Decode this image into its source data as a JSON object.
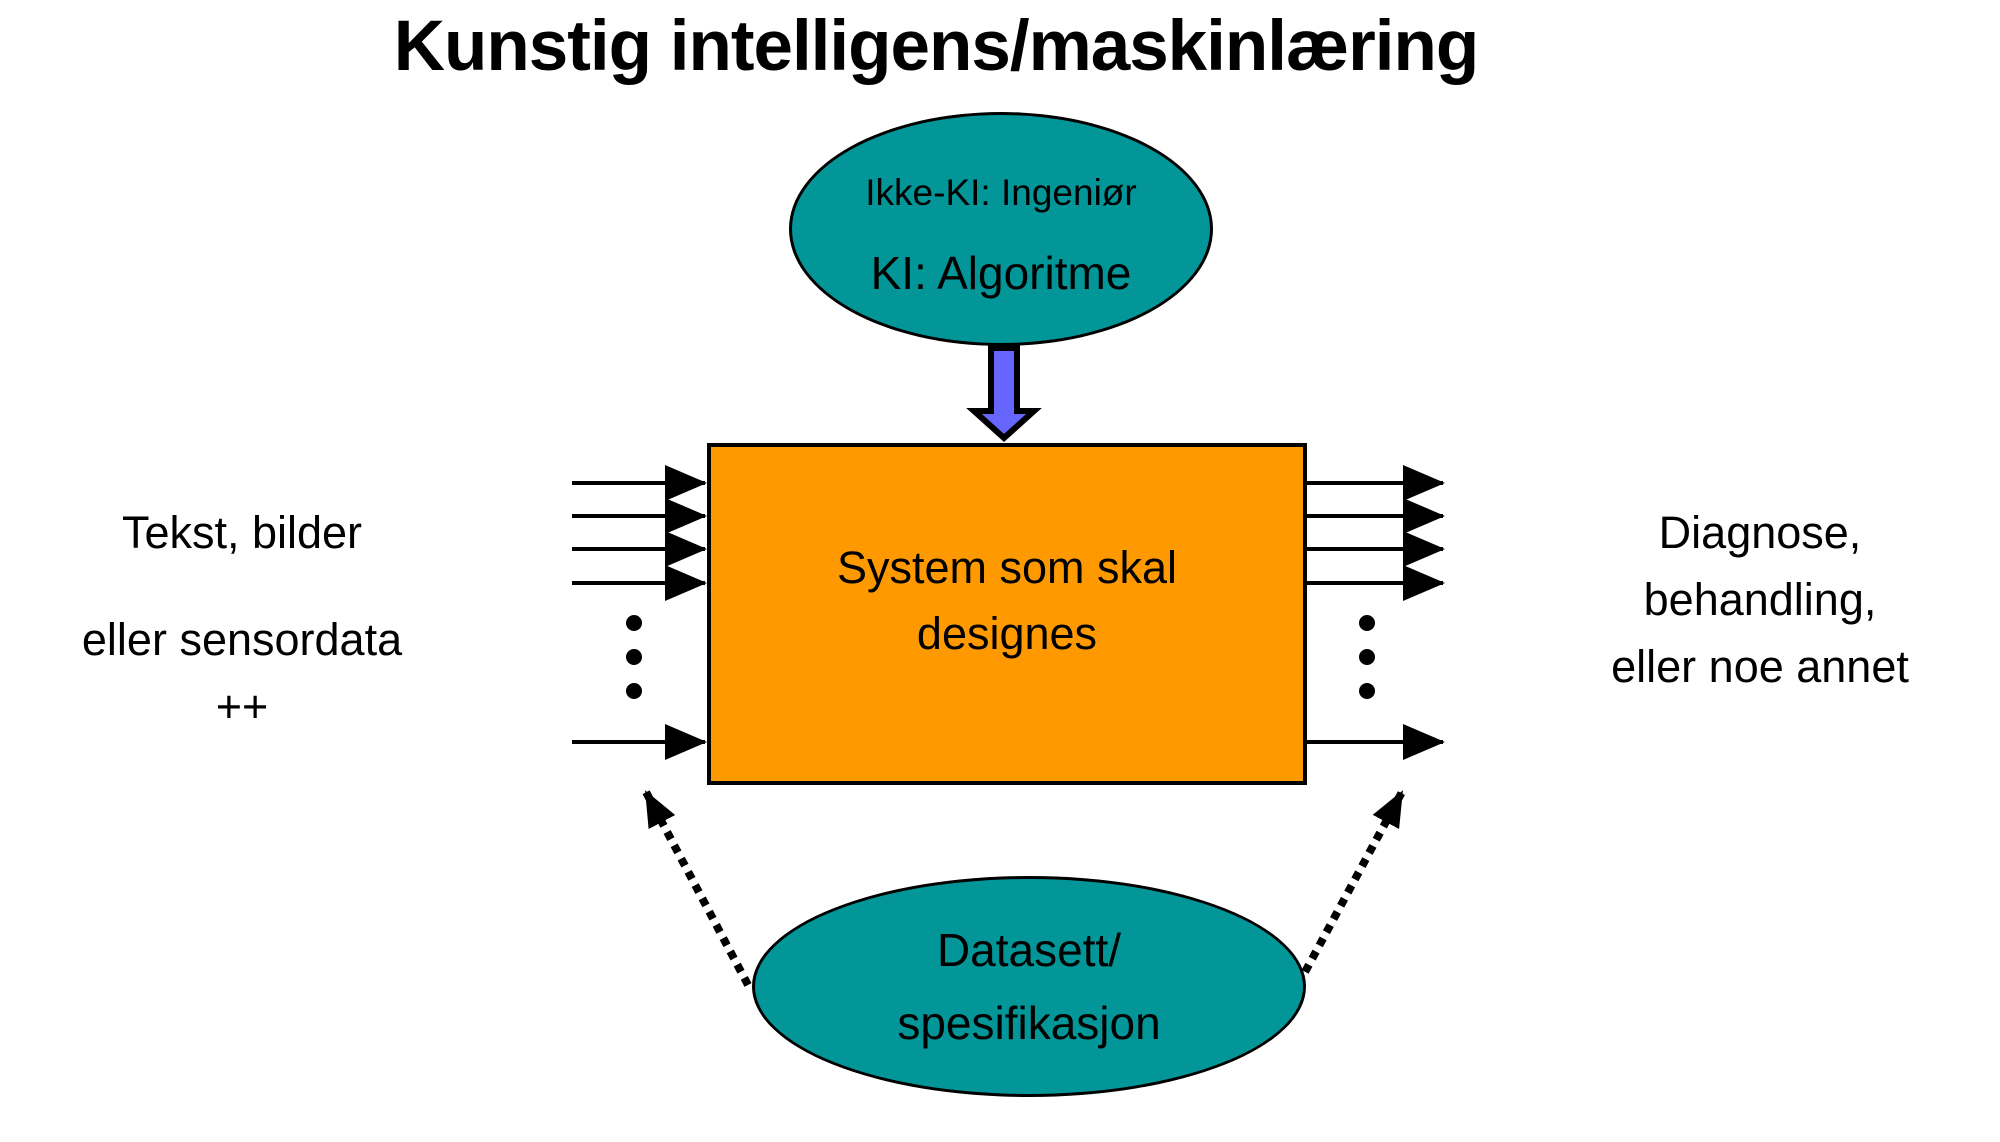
{
  "title": {
    "text": "Kunstig intelligens/maskinlæring"
  },
  "top_ellipse": {
    "line1": "Ikke-KI: Ingeniør",
    "line2": "KI: Algoritme"
  },
  "system_box": {
    "line1": "System som skal",
    "line2": "designes"
  },
  "input_label": {
    "line1": "Tekst, bilder",
    "line2": "eller sensordata",
    "line3": "++"
  },
  "output_label": {
    "line1": "Diagnose,",
    "line2": "behandling,",
    "line3": "eller noe annet"
  },
  "dataset_ellipse": {
    "line1": "Datasett/",
    "line2": "spesifikasjon"
  },
  "colors": {
    "teal": "#029699",
    "orange": "#FF9900",
    "arrow_blue": "#6666FF",
    "ink": "#000000",
    "background": "#FFFFFF"
  }
}
